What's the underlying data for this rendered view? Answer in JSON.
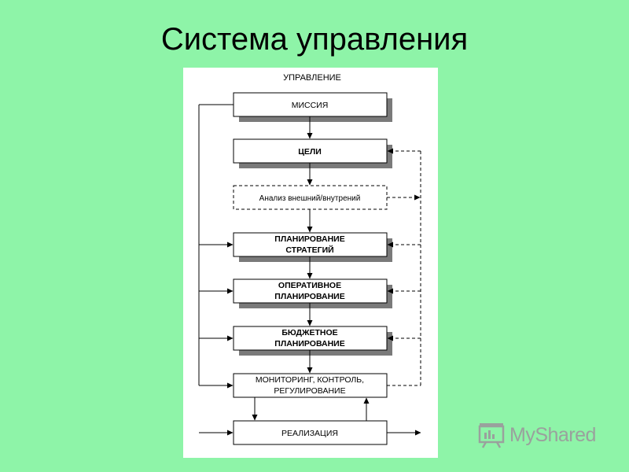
{
  "slide": {
    "title": "Система управления"
  },
  "diagram": {
    "heading": "УПРАВЛЕНИЕ",
    "nodes": {
      "mission": [
        "МИССИЯ"
      ],
      "goals": [
        "ЦЕЛИ"
      ],
      "analysis": [
        "Анализ внешний/внутрений"
      ],
      "strategic": [
        "ПЛАНИРОВАНИЕ",
        "СТРАТЕГИЙ"
      ],
      "operational": [
        "ОПЕРАТИВНОЕ",
        "ПЛАНИРОВАНИЕ"
      ],
      "budget": [
        "БЮДЖЕТНОЕ",
        "ПЛАНИРОВАНИЕ"
      ],
      "monitoring": [
        "МОНИТОРИНГ, КОНТРОЛЬ,",
        "РЕГУЛИРОВАНИЕ"
      ],
      "implementation": [
        "РЕАЛИЗАЦИЯ"
      ]
    }
  },
  "watermark": {
    "text": "MyShared",
    "icon": "presentation-board-icon"
  }
}
